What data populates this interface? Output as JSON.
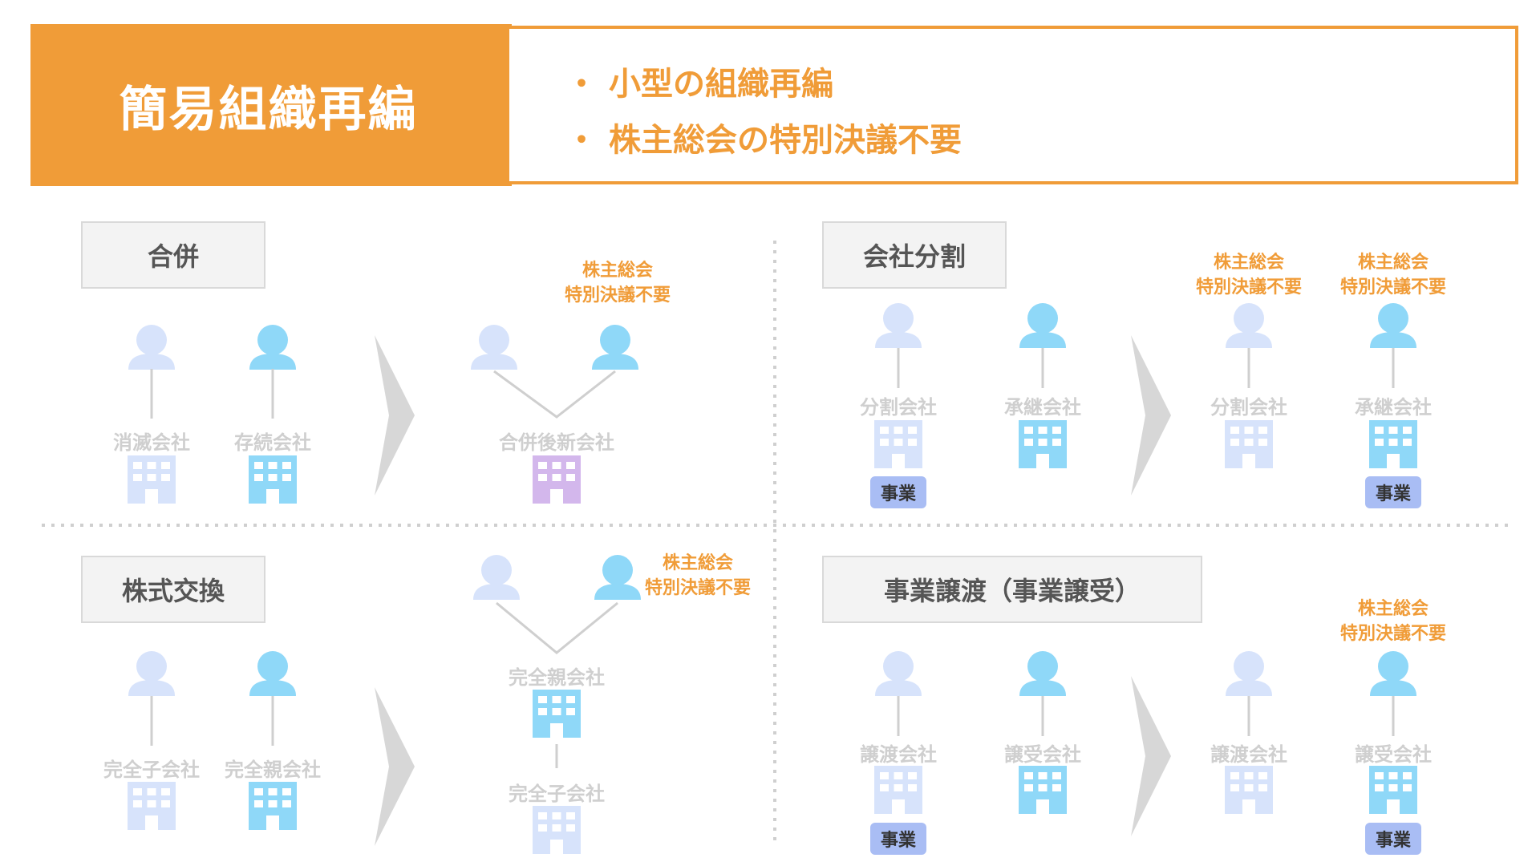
{
  "header": {
    "title": "簡易組織再編",
    "bullets": [
      "小型の組織再編",
      "株主総会の特別決議不要"
    ]
  },
  "colors": {
    "accent_orange": "#F09C38",
    "person_light": "#D7E3FB",
    "person_cyan": "#8FD8F8",
    "building_purple": "#D3B7EC",
    "badge": "#A9BDF4",
    "arrow_gray": "#D7D7D7"
  },
  "icons": [
    "person-icon",
    "building-icon",
    "chevron-arrow-icon"
  ],
  "sections": {
    "merger": {
      "title": "合併",
      "absorbed": "消滅会社",
      "surviving": "存続会社",
      "after": "合併後新会社",
      "note": "株主総会\n特別決議不要"
    },
    "split": {
      "title": "会社分割",
      "splitting": "分割会社",
      "succeeding": "承継会社",
      "business": "事業",
      "note": "株主総会\n特別決議不要"
    },
    "exchange": {
      "title": "株式交換",
      "sub": "完全子会社",
      "parent": "完全親会社",
      "note": "株主総会\n特別決議不要"
    },
    "transfer": {
      "title": "事業譲渡（事業譲受）",
      "transferor": "譲渡会社",
      "transferee": "譲受会社",
      "business": "事業",
      "note": "株主総会\n特別決議不要"
    }
  }
}
